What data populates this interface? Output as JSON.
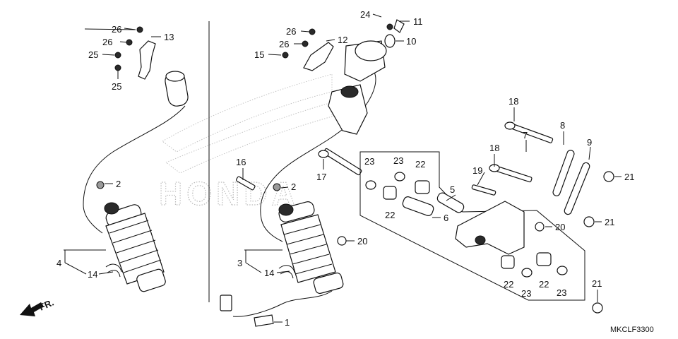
{
  "diagram": {
    "reference_code": "MKCLF3300",
    "direction_label": "FR.",
    "watermark_text": "HONDA",
    "callouts": [
      {
        "id": "c-1",
        "label": "1"
      },
      {
        "id": "c-2a",
        "label": "2"
      },
      {
        "id": "c-2b",
        "label": "2"
      },
      {
        "id": "c-3",
        "label": "3"
      },
      {
        "id": "c-4",
        "label": "4"
      },
      {
        "id": "c-5",
        "label": "5"
      },
      {
        "id": "c-6",
        "label": "6"
      },
      {
        "id": "c-7",
        "label": "7"
      },
      {
        "id": "c-8",
        "label": "8"
      },
      {
        "id": "c-9",
        "label": "9"
      },
      {
        "id": "c-10",
        "label": "10"
      },
      {
        "id": "c-11",
        "label": "11"
      },
      {
        "id": "c-12",
        "label": "12"
      },
      {
        "id": "c-13",
        "label": "13"
      },
      {
        "id": "c-14a",
        "label": "14"
      },
      {
        "id": "c-14b",
        "label": "14"
      },
      {
        "id": "c-15",
        "label": "15"
      },
      {
        "id": "c-16",
        "label": "16"
      },
      {
        "id": "c-17",
        "label": "17"
      },
      {
        "id": "c-18a",
        "label": "18"
      },
      {
        "id": "c-18b",
        "label": "18"
      },
      {
        "id": "c-19",
        "label": "19"
      },
      {
        "id": "c-20a",
        "label": "20"
      },
      {
        "id": "c-20b",
        "label": "20"
      },
      {
        "id": "c-21a",
        "label": "21"
      },
      {
        "id": "c-21b",
        "label": "21"
      },
      {
        "id": "c-21c",
        "label": "21"
      },
      {
        "id": "c-22a",
        "label": "22"
      },
      {
        "id": "c-22b",
        "label": "22"
      },
      {
        "id": "c-22c",
        "label": "22"
      },
      {
        "id": "c-22d",
        "label": "22"
      },
      {
        "id": "c-23a",
        "label": "23"
      },
      {
        "id": "c-23b",
        "label": "23"
      },
      {
        "id": "c-23c",
        "label": "23"
      },
      {
        "id": "c-23d",
        "label": "23"
      },
      {
        "id": "c-24",
        "label": "24"
      },
      {
        "id": "c-25a",
        "label": "25"
      },
      {
        "id": "c-25b",
        "label": "25"
      },
      {
        "id": "c-26a",
        "label": "26"
      },
      {
        "id": "c-26b",
        "label": "26"
      },
      {
        "id": "c-26c",
        "label": "26"
      },
      {
        "id": "c-26d",
        "label": "26"
      }
    ]
  }
}
